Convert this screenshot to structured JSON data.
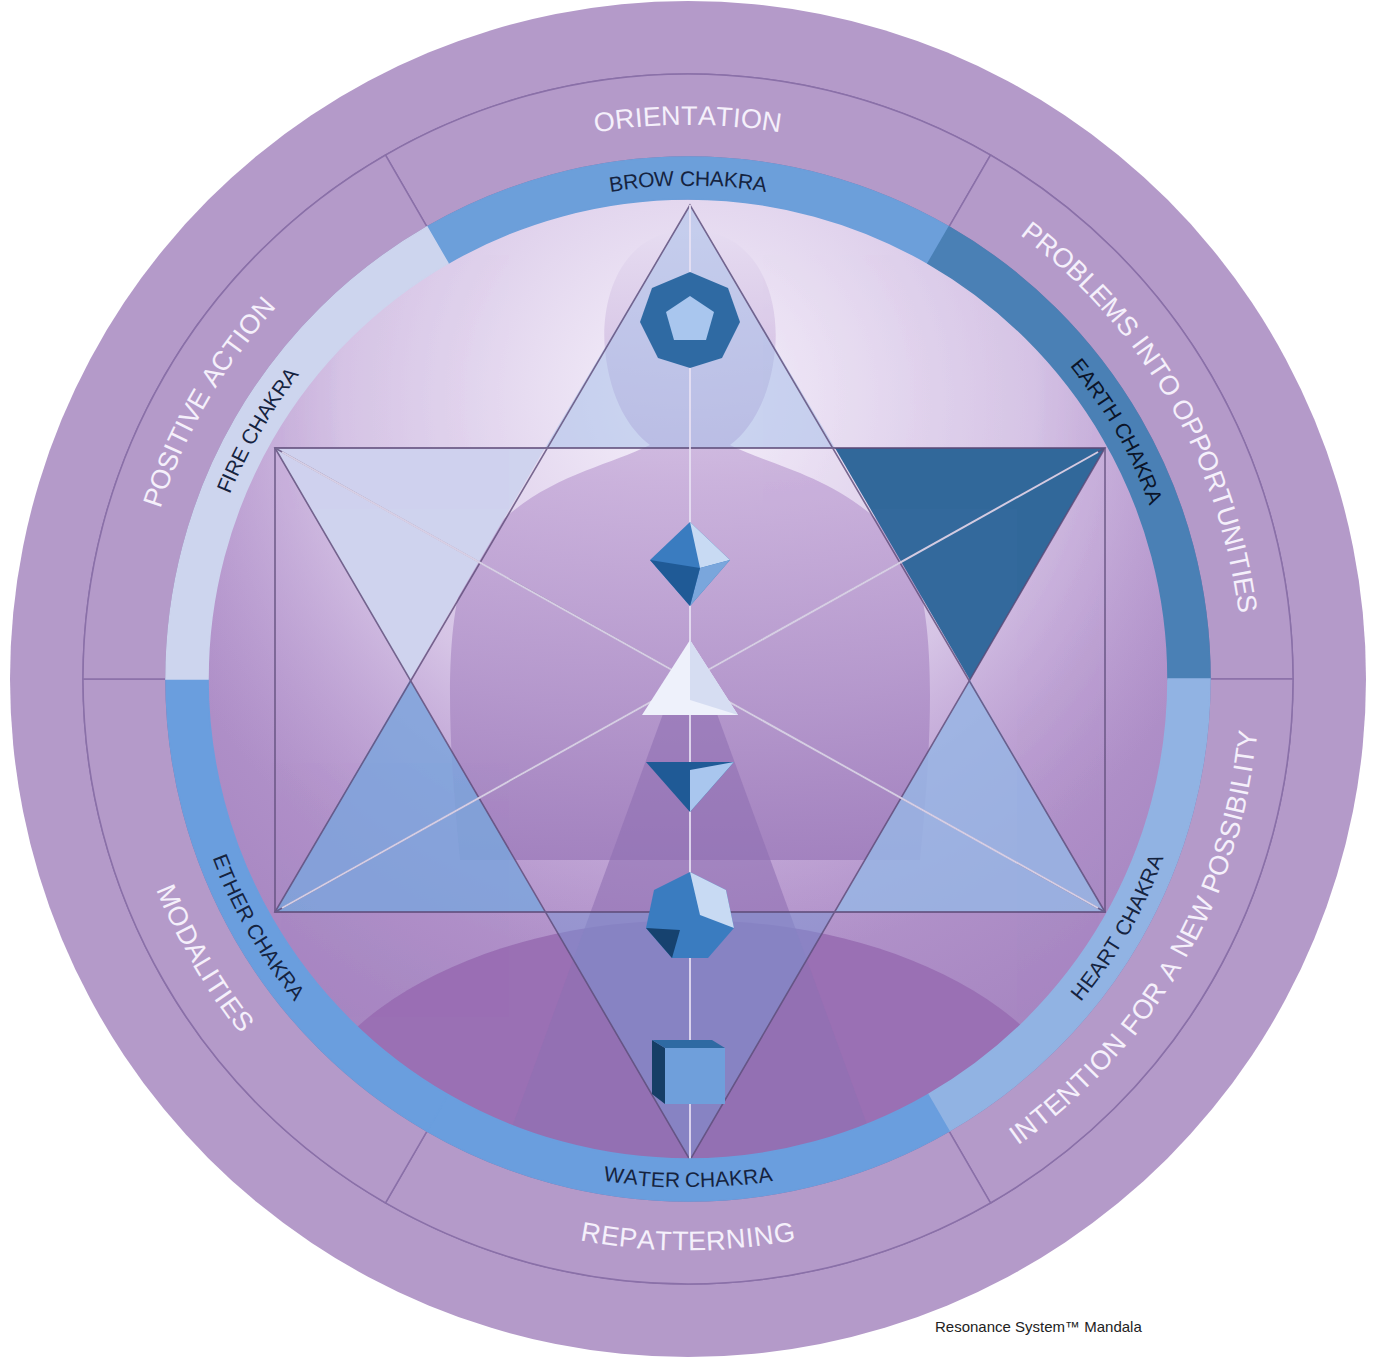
{
  "diagram": {
    "caption": "Resonance System™ Mandala",
    "nodes": [
      {
        "text": [
          "ORIENTATION"
        ]
      },
      {
        "text": [
          "PROBLEMS INTO OPPORTUNITIES"
        ]
      },
      {
        "text": [
          "INTENTION FOR A NEW POSSIBILITY"
        ]
      },
      {
        "text": [
          "REPATTERNING"
        ]
      },
      {
        "text": [
          "MODALITIES"
        ]
      },
      {
        "text": [
          "POSITIVE ACTION"
        ]
      },
      {
        "text": [
          "BROW CHAKRA"
        ]
      },
      {
        "text": [
          "EARTH CHAKRA"
        ]
      },
      {
        "text": [
          "HEART CHAKRA"
        ]
      },
      {
        "text": [
          "WATER CHAKRA"
        ]
      },
      {
        "text": [
          "ETHER CHAKRA"
        ]
      },
      {
        "text": [
          "FIRE CHAKRA"
        ]
      }
    ]
  }
}
